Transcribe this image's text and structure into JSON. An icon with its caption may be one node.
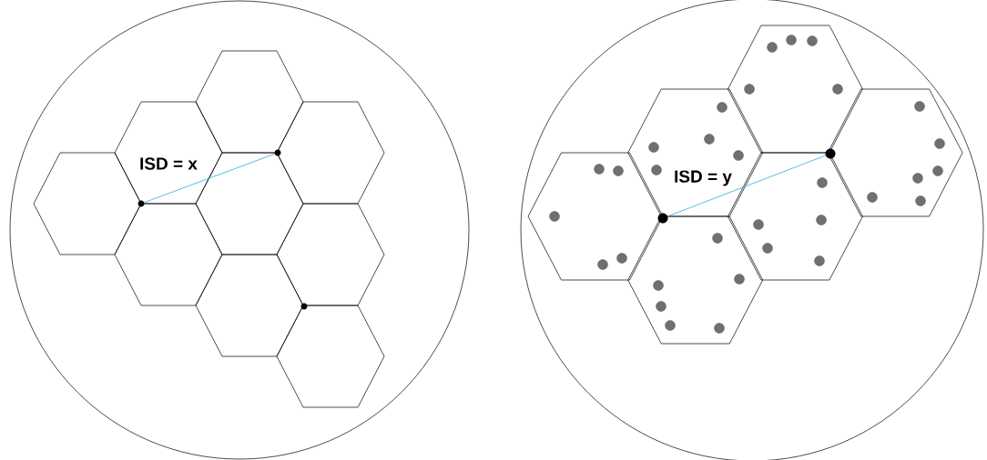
{
  "diagram": {
    "nodes": [
      {
        "text": [],
        "shape": "circle"
      },
      {
        "text": [],
        "shape": "circle",
        "in": 0
      },
      {
        "text": [],
        "shape": "circle",
        "in": 0
      },
      {
        "text": [],
        "shape": "circle",
        "in": 0
      },
      {
        "text": [],
        "shape": "circle"
      },
      {
        "text": [],
        "shape": "circle",
        "in": 4
      },
      {
        "text": [],
        "shape": "circle",
        "in": 4
      }
    ],
    "edges": [
      {
        "from": 1,
        "to": 2,
        "arrow": "none",
        "label": "ISD = x"
      },
      {
        "from": 5,
        "to": 6,
        "arrow": "none",
        "label": "ISD = y"
      }
    ]
  }
}
